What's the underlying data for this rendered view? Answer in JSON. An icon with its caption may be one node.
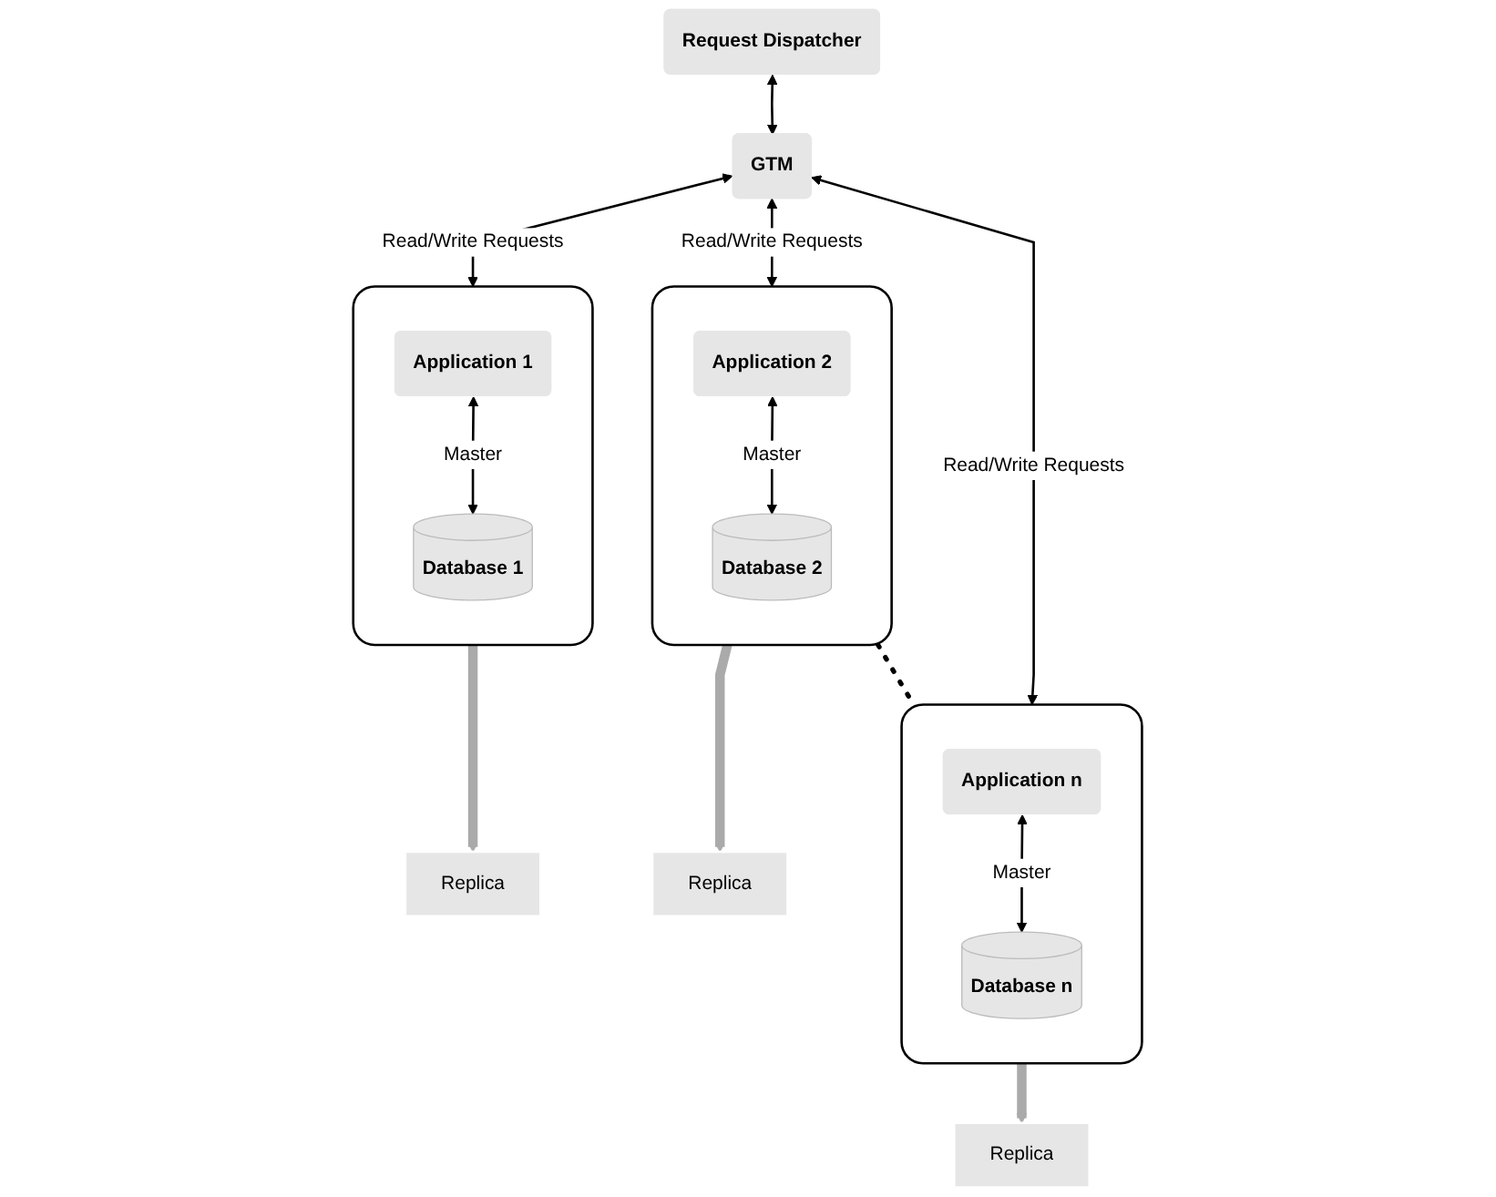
{
  "diagram": {
    "nodes": [
      {
        "text": [
          "Request Dispatcher"
        ]
      },
      {
        "text": [
          "GTM"
        ]
      },
      {
        "text": [],
        "shape": "box"
      },
      {
        "text": [
          "Application 1"
        ],
        "in": 2
      },
      {
        "text": [
          "Database 1"
        ],
        "in": 2
      },
      {
        "text": [
          "Replica"
        ]
      },
      {
        "text": [],
        "shape": "box"
      },
      {
        "text": [
          "Application 2"
        ],
        "in": 6
      },
      {
        "text": [
          "Database 2"
        ],
        "in": 6
      },
      {
        "text": [
          "Replica"
        ]
      },
      {
        "text": [],
        "shape": "box"
      },
      {
        "text": [
          "Application n"
        ],
        "in": 10
      },
      {
        "text": [
          "Database n"
        ],
        "in": 10
      },
      {
        "text": [
          "Replica"
        ]
      }
    ],
    "edges": [
      {
        "from": 0,
        "to": 1,
        "arrow": "both"
      },
      {
        "from": 1,
        "to": 2,
        "arrow": "both",
        "label": "Read/Write Requests"
      },
      {
        "from": 1,
        "to": 6,
        "arrow": "both",
        "label": "Read/Write Requests"
      },
      {
        "from": 1,
        "to": 10,
        "arrow": "both",
        "label": "Read/Write Requests"
      },
      {
        "from": 3,
        "to": 4,
        "arrow": "both",
        "label": "Master"
      },
      {
        "from": 7,
        "to": 8,
        "arrow": "both",
        "label": "Master"
      },
      {
        "from": 11,
        "to": 12,
        "arrow": "both",
        "label": "Master"
      },
      {
        "from": 2,
        "to": 5,
        "arrow": "to",
        "style": "thick",
        "color": "#aaaaaa"
      },
      {
        "from": 6,
        "to": 9,
        "arrow": "to",
        "style": "thick",
        "color": "#aaaaaa"
      },
      {
        "from": 10,
        "to": 13,
        "arrow": "to",
        "style": "thick",
        "color": "#aaaaaa"
      },
      {
        "from": 6,
        "to": 10,
        "arrow": "none",
        "style": "dashed"
      }
    ]
  }
}
